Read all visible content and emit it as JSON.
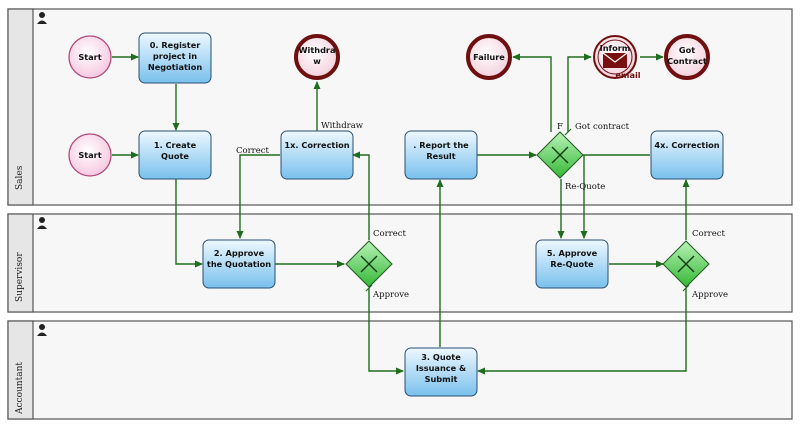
{
  "lanes": [
    {
      "id": "sales",
      "label": "Sales"
    },
    {
      "id": "supervisor",
      "label": "Supervisor"
    },
    {
      "id": "accountant",
      "label": "Accountant"
    }
  ],
  "tasks": {
    "register": [
      "0. Register",
      "project in",
      "Negotiation"
    ],
    "create_quote": [
      "1. Create",
      "Quote"
    ],
    "correction_1x": [
      "1x. Correction"
    ],
    "report_result": [
      ". Report the",
      "Result"
    ],
    "correction_4x": [
      "4x. Correction"
    ],
    "approve_quotation": [
      "2. Approve",
      "the Quotation"
    ],
    "approve_requote": [
      "5. Approve",
      "Re-Quote"
    ],
    "quote_issuance": [
      "3. Quote",
      "Issuance &",
      "Submit"
    ]
  },
  "events": {
    "start_1": "Start",
    "start_2": "Start",
    "withdraw": [
      "Withdra",
      "w"
    ],
    "failure": "Failure",
    "inform": "Inform",
    "inform_sub": "email",
    "got_contract": [
      "Got",
      "Contract"
    ]
  },
  "flow_labels": {
    "withdraw": "Withdraw",
    "correct_1": "Correct",
    "correct_2": "Correct",
    "correct_3": "Correct",
    "approve_1": "Approve",
    "approve_2": "Approve",
    "failure": "F",
    "got_contract": "Got contract",
    "requote": "Re-Quote"
  },
  "colors": {
    "lane_border": "#555555",
    "lane_header": "#e4e4e4",
    "lane_body": "#f7f7f7",
    "flow": "#1e6e1e",
    "task_fill_top": "#e8f5ff",
    "task_fill_bottom": "#7ec4ee",
    "start_fill": "#fbdcec",
    "start_stroke": "#b04a7a",
    "end_stroke": "#6e1010",
    "gateway_fill": "#5fd65f"
  }
}
